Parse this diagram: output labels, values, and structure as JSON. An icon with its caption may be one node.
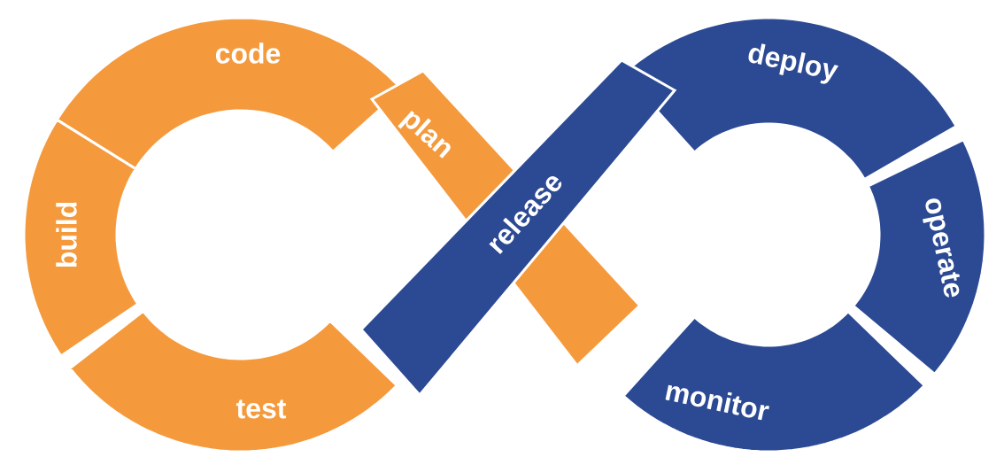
{
  "diagram": {
    "nodes": [
      {
        "text": [
          "plan"
        ]
      },
      {
        "text": [
          "code"
        ]
      },
      {
        "text": [
          "build"
        ]
      },
      {
        "text": [
          "test"
        ]
      },
      {
        "text": [
          "release"
        ]
      },
      {
        "text": [
          "deploy"
        ]
      },
      {
        "text": [
          "operate"
        ]
      },
      {
        "text": [
          "monitor"
        ]
      },
      {
        "text": [],
        "shape": "bar"
      }
    ]
  }
}
